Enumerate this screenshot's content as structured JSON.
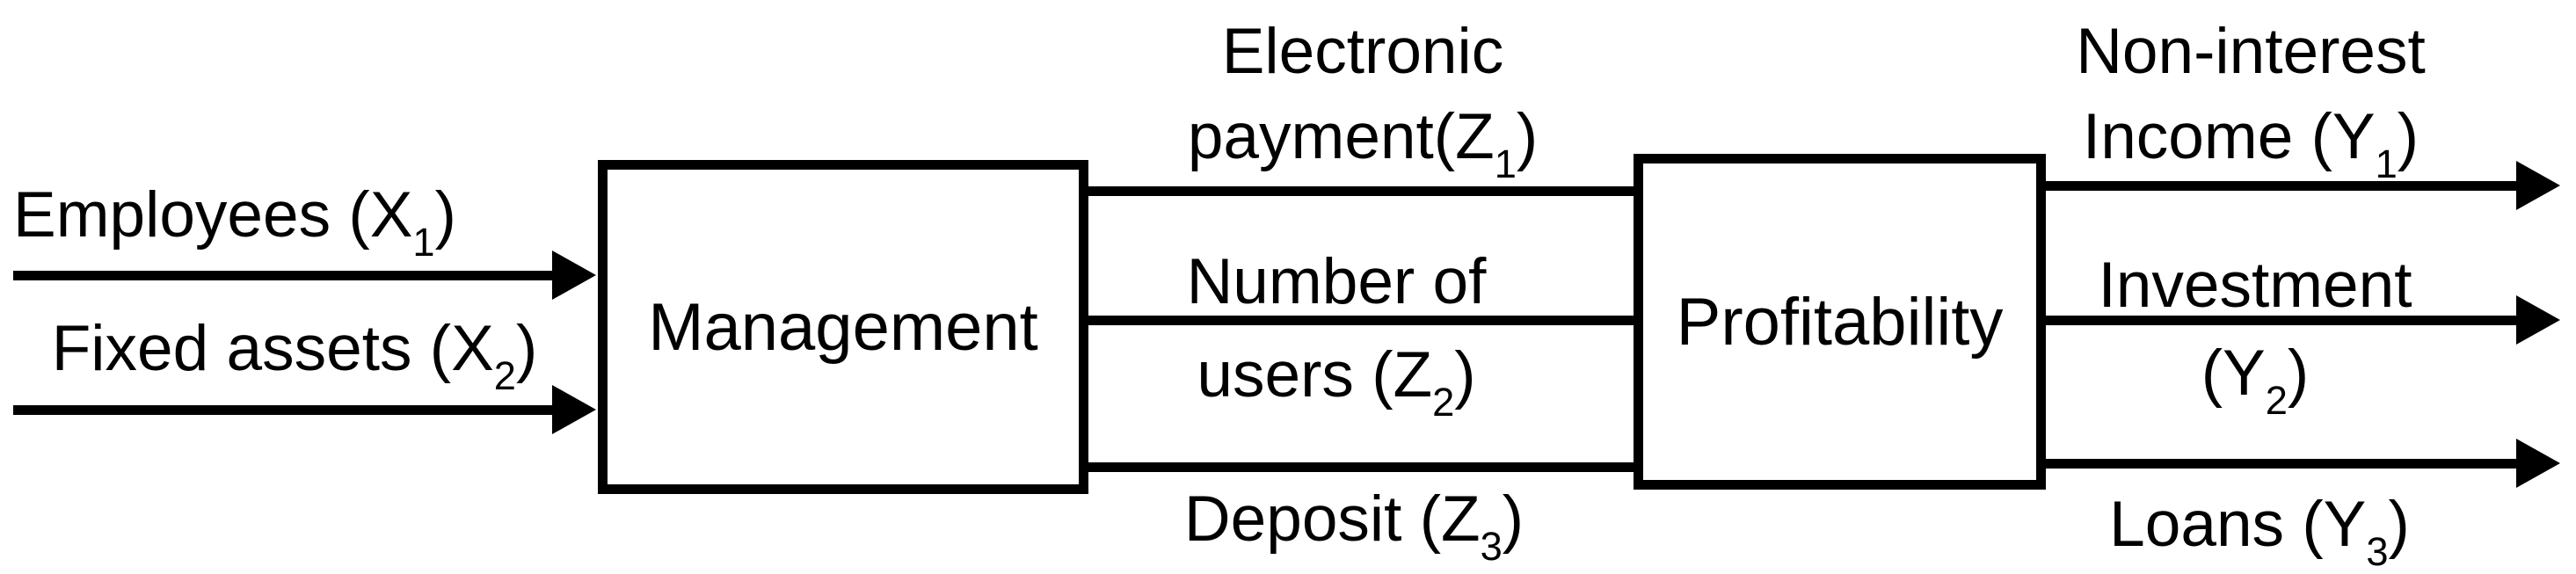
{
  "diagram": {
    "colors": {
      "ink": "#000000",
      "background": "#ffffff"
    },
    "boxes": {
      "management": {
        "label": "Management"
      },
      "profitability": {
        "label": "Profitability"
      }
    },
    "inputs": [
      {
        "pre": "Employees (X",
        "sub": "1",
        "post": ")"
      },
      {
        "pre": "Fixed assets (X",
        "sub": "2",
        "post": ")"
      }
    ],
    "mediators": [
      {
        "line1": "Electronic",
        "pre": "payment(Z",
        "sub": "1",
        "post": ")"
      },
      {
        "line1": "Number of",
        "pre": "users (Z",
        "sub": "2",
        "post": ")"
      },
      {
        "pre": "Deposit (Z",
        "sub": "3",
        "post": ")"
      }
    ],
    "outputs": [
      {
        "line1": "Non-interest",
        "pre": "Income (Y",
        "sub": "1",
        "post": ")"
      },
      {
        "line1": "Investment",
        "pre": "(Y",
        "sub": "2",
        "post": ")"
      },
      {
        "pre": "Loans (Y",
        "sub": "3",
        "post": ")"
      }
    ]
  }
}
